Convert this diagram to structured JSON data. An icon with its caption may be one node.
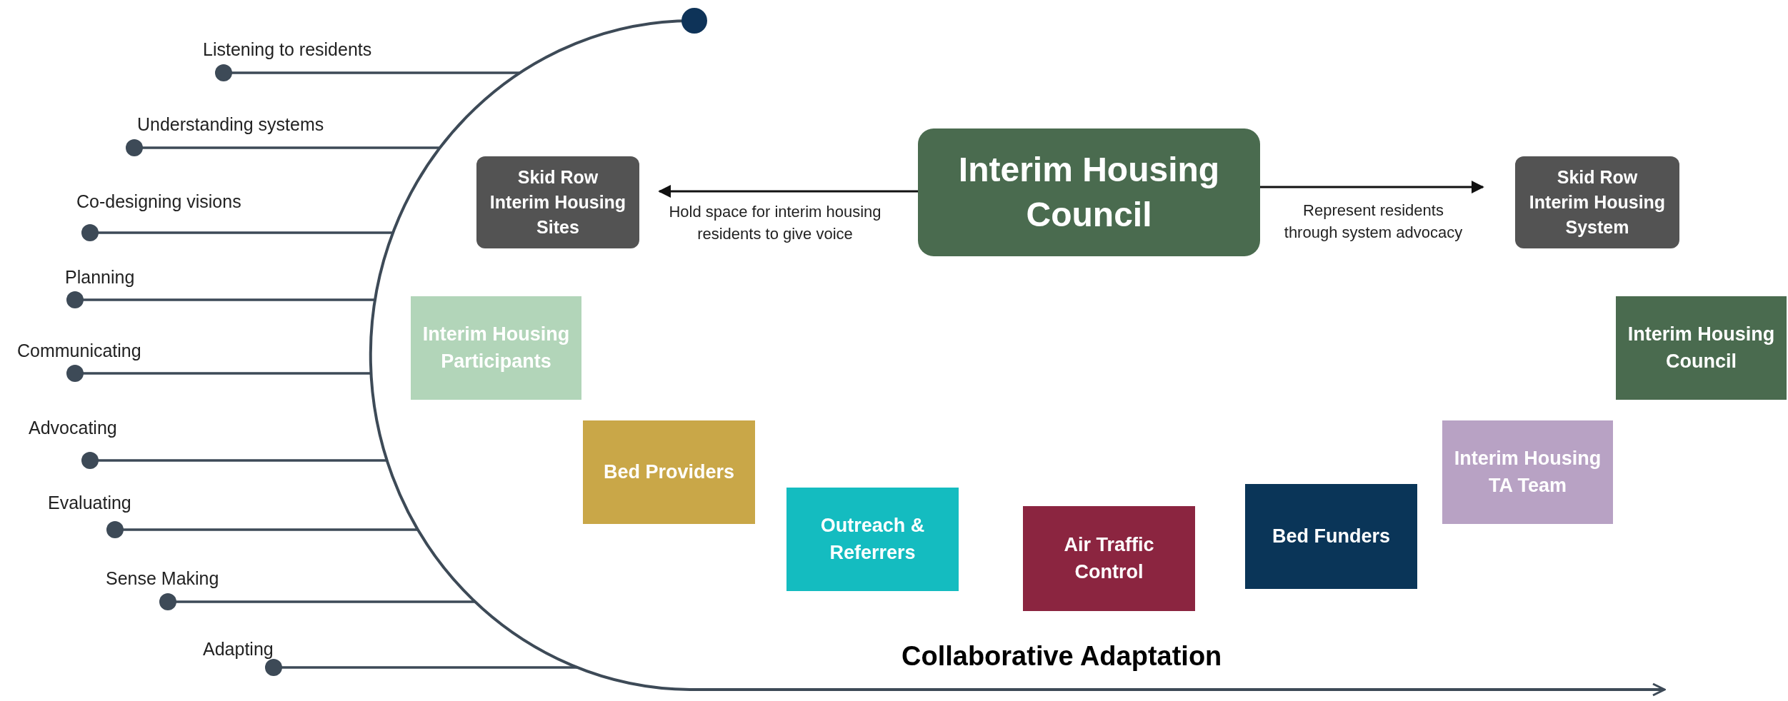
{
  "diagram": {
    "nodes": [
      {
        "text": [
          "Skid Row Interim Housing Sites"
        ]
      },
      {
        "text": [
          "Interim Housing Council"
        ]
      },
      {
        "text": [
          "Skid Row Interim Housing System"
        ]
      },
      {
        "text": [
          "Interim Housing Participants"
        ]
      },
      {
        "text": [
          "Bed Providers"
        ]
      },
      {
        "text": [
          "Outreach & Referrers"
        ]
      },
      {
        "text": [
          "Air Traffic Control"
        ]
      },
      {
        "text": [
          "Bed Funders"
        ]
      },
      {
        "text": [
          "Interim Housing TA Team"
        ]
      },
      {
        "text": [
          "Interim Housing Council"
        ]
      }
    ],
    "edges": [
      {
        "from": 1,
        "to": 0,
        "arrow": "to",
        "label": "Hold space for interim housing residents to give voice"
      },
      {
        "from": 1,
        "to": 2,
        "arrow": "to",
        "label": "Represent residents through system advocacy"
      }
    ],
    "labels": [
      "Listening to residents",
      "Understanding systems",
      "Co-designing visions",
      "Planning",
      "Communicating",
      "Advocating",
      "Evaluating",
      "Sense Making",
      "Adapting",
      "Collaborative Adaptation"
    ]
  }
}
